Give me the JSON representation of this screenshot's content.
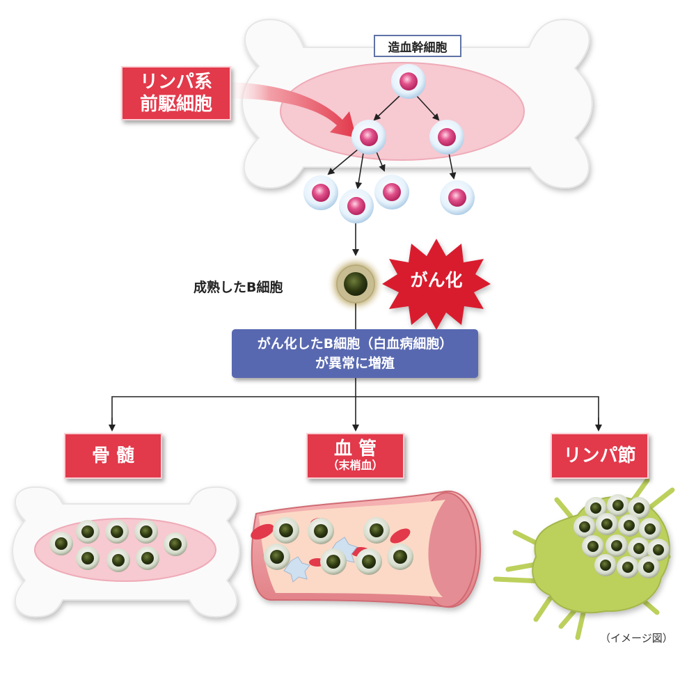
{
  "labels": {
    "stem_cell": "造血幹細胞",
    "lymph_progenitor": [
      "リンパ系",
      "前駆細胞"
    ],
    "mature_b": "成熟したB細胞",
    "cancerization": "がん化",
    "proliferation": [
      "がん化したB細胞（白血病細胞）",
      "が異常に増殖"
    ],
    "destinations": [
      {
        "name": "骨 髄",
        "sub": ""
      },
      {
        "name": "血 管",
        "sub": "（末梢血）"
      },
      {
        "name": "リンパ節",
        "sub": ""
      }
    ],
    "note": "（イメージ図）"
  },
  "colors": {
    "label_red": "#e2394b",
    "box_blue": "#5868b0",
    "marrow_pink": "#f7c9d1",
    "bone": "#fafafa",
    "lymph_node_green": "#bcd05c",
    "leukemia_cell": "#3d4a1a",
    "starburst": "#d81d2e"
  },
  "icons": [
    "bone",
    "stem-cell",
    "blood-vessel",
    "lymph-node",
    "starburst",
    "arrow"
  ]
}
